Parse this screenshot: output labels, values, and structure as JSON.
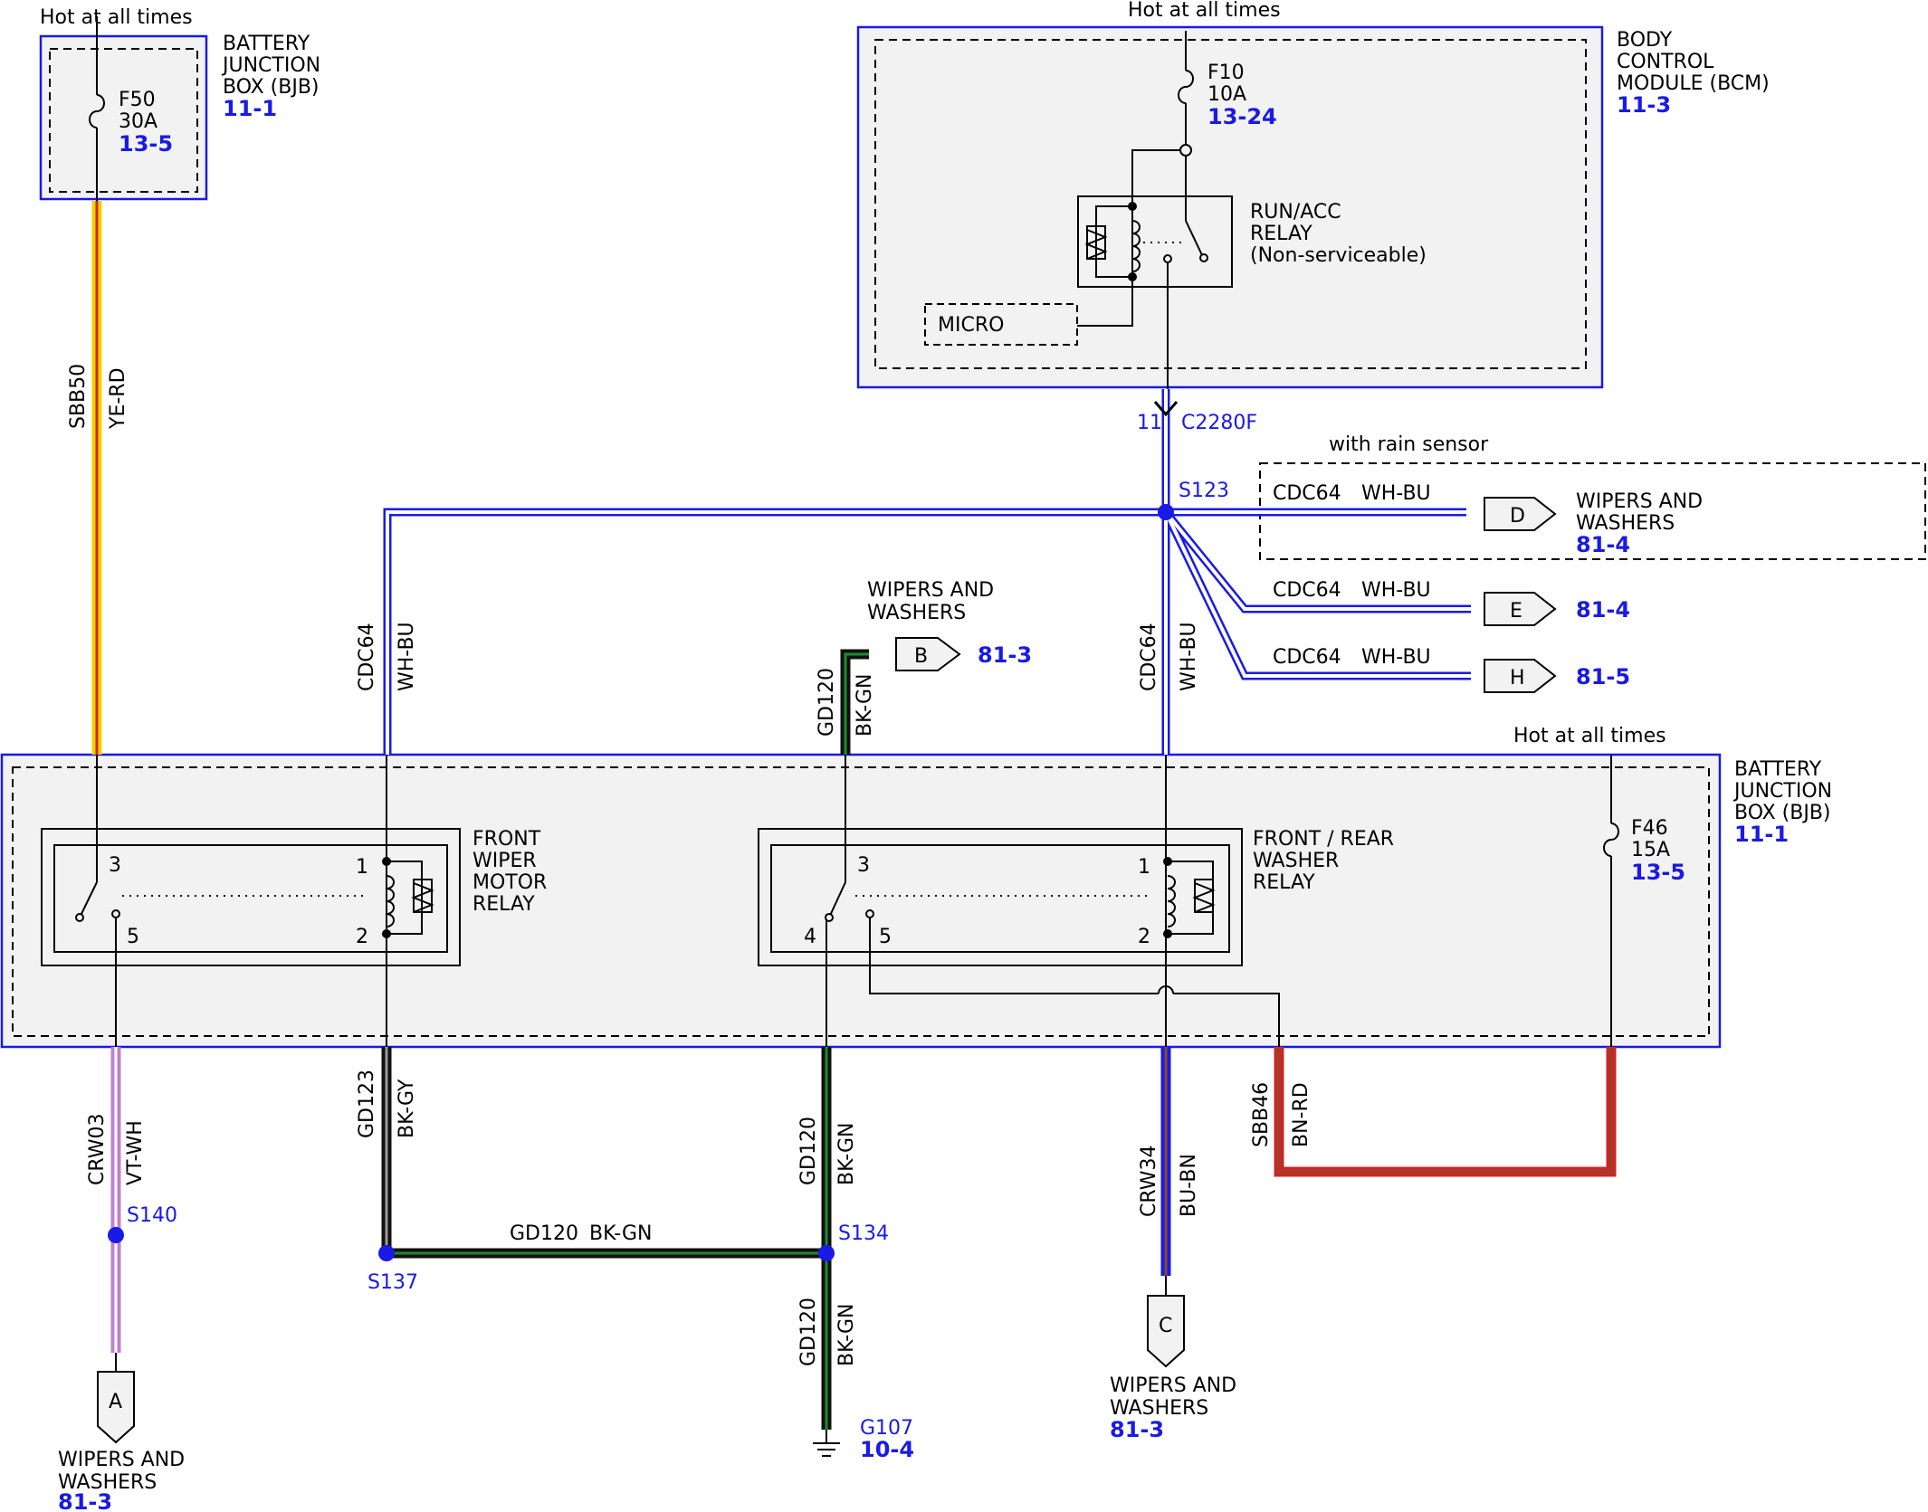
{
  "labels": {
    "hot_bjb_top": "Hot at all times",
    "hot_bcm": "Hot at all times",
    "hot_bjb2": "Hot at all times",
    "bjb1_l1": "BATTERY",
    "bjb1_l2": "JUNCTION",
    "bjb1_l3": "BOX (BJB)",
    "bjb1_ref": "11-1",
    "f50_name": "F50",
    "f50_amps": "30A",
    "f50_ref": "13-5",
    "bcm_l1": "BODY",
    "bcm_l2": "CONTROL",
    "bcm_l3": "MODULE (BCM)",
    "bcm_ref": "11-3",
    "f10_name": "F10",
    "f10_amps": "10A",
    "f10_ref": "13-24",
    "relay_l1": "RUN/ACC",
    "relay_l2": "RELAY",
    "relay_l3": "(Non-serviceable)",
    "micro": "MICRO",
    "conn_pin": "11",
    "conn_name": "C2280F",
    "rain_sensor": "with rain sensor",
    "s123": "S123",
    "cdc64_d": "CDC64",
    "whbu_d": "WH-BU",
    "cdc64_e": "CDC64",
    "whbu_e": "WH-BU",
    "cdc64_h": "CDC64",
    "whbu_h": "WH-BU",
    "conn_d": "D",
    "conn_e": "E",
    "conn_h": "H",
    "ww_d_l1": "WIPERS AND",
    "ww_d_l2": "WASHERS",
    "ref_d": "81-4",
    "ref_e": "81-4",
    "ref_h": "81-5",
    "ww_b_l1": "WIPERS AND",
    "ww_b_l2": "WASHERS",
    "conn_b": "B",
    "ref_b": "81-3",
    "sbb50": "SBB50",
    "yerd": "YE-RD",
    "cdc64_left": "CDC64",
    "whbu_left": "WH-BU",
    "gd120_top": "GD120",
    "bkgn_top": "BK-GN",
    "cdc64_mid": "CDC64",
    "whbu_mid": "WH-BU",
    "bjb2_l1": "BATTERY",
    "bjb2_l2": "JUNCTION",
    "bjb2_l3": "BOX (BJB)",
    "bjb2_ref": "11-1",
    "f46_name": "F46",
    "f46_amps": "15A",
    "f46_ref": "13-5",
    "fwm_l1": "FRONT",
    "fwm_l2": "WIPER",
    "fwm_l3": "MOTOR",
    "fwm_l4": "RELAY",
    "frw_l1": "FRONT / REAR",
    "frw_l2": "WASHER",
    "frw_l3": "RELAY",
    "pin3a": "3",
    "pin5a": "5",
    "pin1a": "1",
    "pin2a": "2",
    "pin3b": "3",
    "pin4b": "4",
    "pin5b": "5",
    "pin1b": "1",
    "pin2b": "2",
    "crw03": "CRW03",
    "vtwh": "VT-WH",
    "s140": "S140",
    "gd123": "GD123",
    "bkgy": "BK-GY",
    "gd120_mid": "GD120",
    "bkgn_mid": "BK-GN",
    "gd120_horiz": "GD120",
    "bkgn_horiz": "BK-GN",
    "s137": "S137",
    "s134": "S134",
    "gd120_low": "GD120",
    "bkgn_low": "BK-GN",
    "g107": "G107",
    "g107_ref": "10-4",
    "crw34": "CRW34",
    "bubn": "BU-BN",
    "sbb46": "SBB46",
    "bnrd": "BN-RD",
    "conn_a": "A",
    "ww_a_l1": "WIPERS AND",
    "ww_a_l2": "WASHERS",
    "ref_a": "81-3",
    "conn_c": "C",
    "ww_c_l1": "WIPERS AND",
    "ww_c_l2": "WASHERS",
    "ref_c": "81-3"
  },
  "colors": {
    "module_border": "#1a1ae6",
    "module_fill": "#f2f2f2",
    "splice": "#1a1ae6",
    "wire_ye": "#f5d000",
    "wire_rd": "#c8282a",
    "wire_wh": "#ffffff",
    "wire_bu": "#1a1ae6",
    "wire_bk": "#111111",
    "wire_gn": "#1e8a2e",
    "wire_vt": "#c080d0",
    "wire_gy": "#9a9a9a",
    "wire_bn": "#8b4a1e"
  }
}
